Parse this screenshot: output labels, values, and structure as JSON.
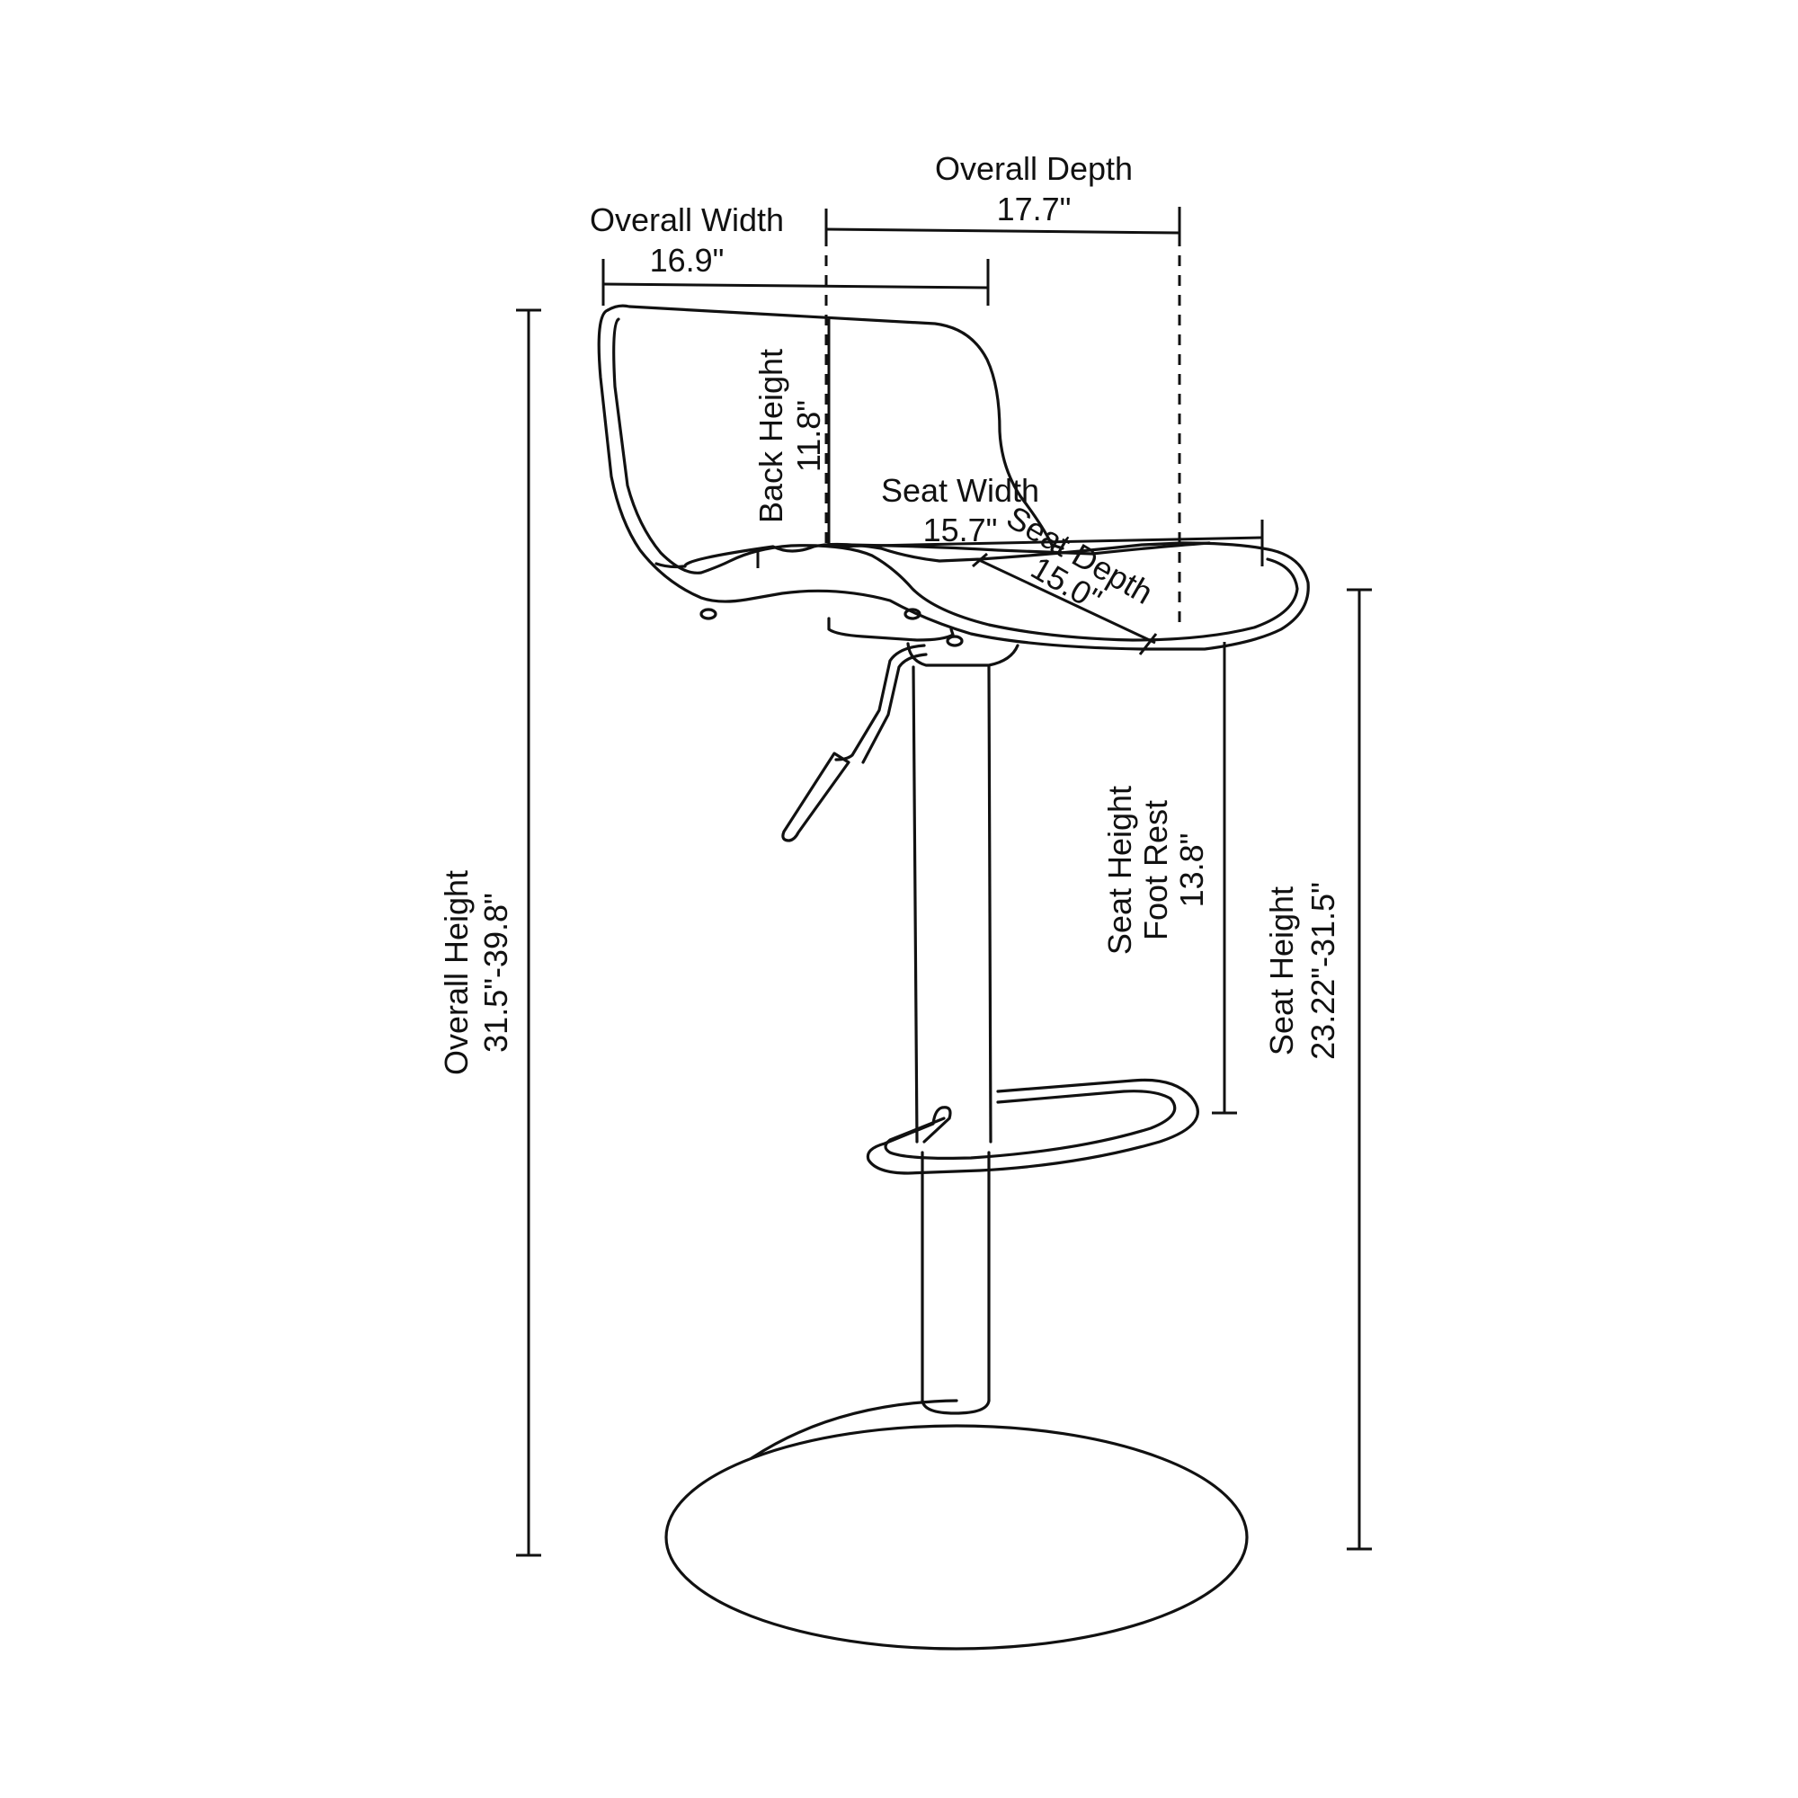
{
  "dimensions": {
    "overall_depth": {
      "label": "Overall Depth",
      "value": "17.7\""
    },
    "overall_width": {
      "label": "Overall Width",
      "value": "16.9\""
    },
    "back_height": {
      "label": "Back Height",
      "value": "11.8\""
    },
    "seat_width": {
      "label": "Seat Width",
      "value": "15.7\""
    },
    "seat_depth": {
      "label": "Seat Depth",
      "value": "15.0\""
    },
    "seat_height_foot_rest": {
      "label_line1": "Seat Height",
      "label_line2": "Foot Rest",
      "value": "13.8\""
    },
    "seat_height": {
      "label": "Seat Height",
      "value": "23.22\"-31.5\""
    },
    "overall_height": {
      "label": "Overall Height",
      "value": "31.5\"-39.8\""
    }
  },
  "colors": {
    "line": "#111111",
    "background": "#ffffff"
  }
}
